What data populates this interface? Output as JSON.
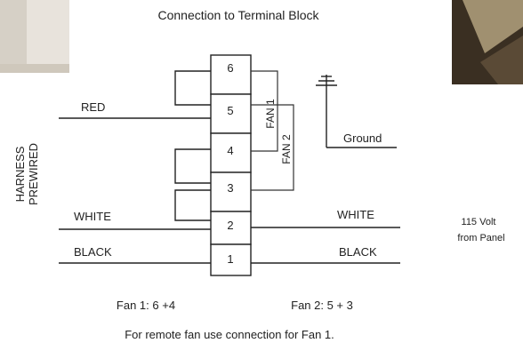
{
  "title": "Connection to Terminal Block",
  "terminals": [
    "6",
    "5",
    "4",
    "3",
    "2",
    "1"
  ],
  "left_wires": {
    "red": "RED",
    "white": "WHITE",
    "black": "BLACK"
  },
  "harness_label": {
    "line1": "HARNESS",
    "line2": "PREWIRED"
  },
  "fan_labels": {
    "fan1": "FAN 1",
    "fan2": "FAN 2"
  },
  "right_wires": {
    "ground": "Ground",
    "white": "WHITE",
    "black": "BLACK"
  },
  "supply_label": {
    "line1": "115 Volt",
    "line2": "from Panel"
  },
  "notes": {
    "fan1": "Fan 1: 6 +4",
    "fan2": "Fan 2: 5 + 3",
    "remote": "For remote fan use connection for Fan 1."
  },
  "colors": {
    "photo_left": "#e8e3dc",
    "photo_right_dark": "#3a2f22",
    "photo_right_light": "#a09070"
  }
}
